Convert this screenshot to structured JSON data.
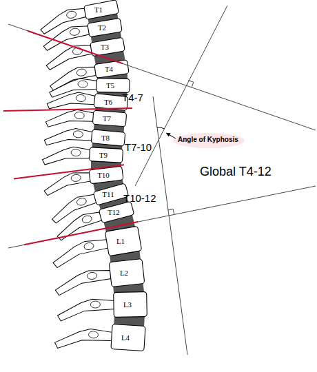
{
  "diagram": {
    "labels": [
      "T1",
      "T2",
      "T3",
      "T4",
      "T5",
      "T6",
      "T7",
      "T8",
      "T9",
      "T10",
      "T11",
      "T12",
      "L1",
      "L2",
      "L3",
      "L4",
      "T4-7",
      "T7-10",
      "T10-12",
      "Global T4-12",
      "Angle of Kyphosis"
    ]
  }
}
